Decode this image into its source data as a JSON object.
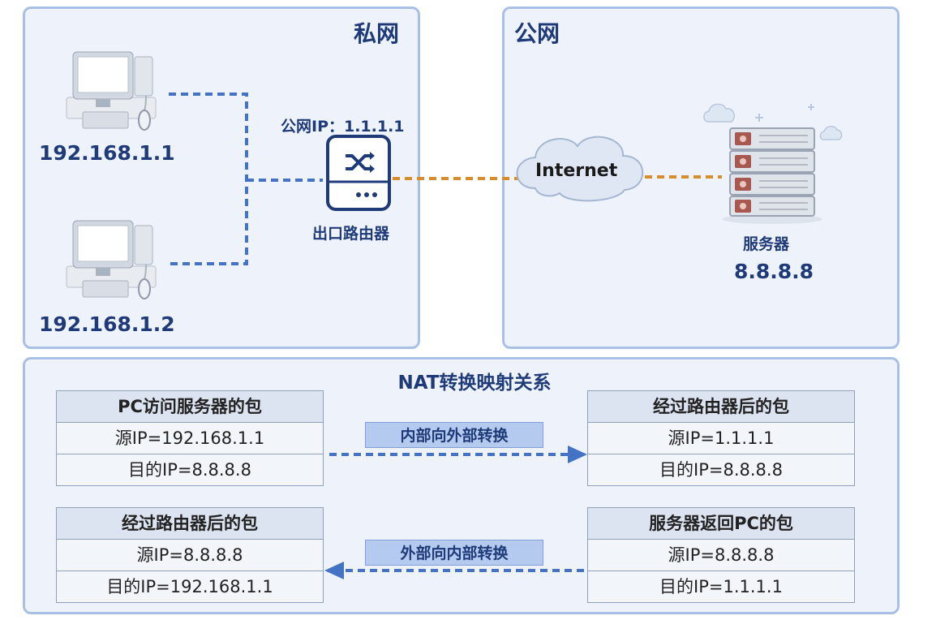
{
  "private_network": {
    "title": "私网",
    "pc1_ip": "192.168.1.1",
    "pc2_ip": "192.168.1.2",
    "router_public_ip": "公网IP：1.1.1.1",
    "router_label": "出口路由器"
  },
  "public_network": {
    "title": "公网",
    "cloud_label": "Internet",
    "server_label": "服务器",
    "server_ip": "8.8.8.8"
  },
  "nat": {
    "title": "NAT转换映射关系",
    "outbound_label": "内部向外部转换",
    "inbound_label": "外部向内部转换",
    "tables": [
      {
        "header": "PC访问服务器的包",
        "rows": [
          "源IP=192.168.1.1",
          "目的IP=8.8.8.8"
        ]
      },
      {
        "header": "经过路由器后的包",
        "rows": [
          "源IP=1.1.1.1",
          "目的IP=8.8.8.8"
        ]
      },
      {
        "header": "经过路由器后的包",
        "rows": [
          "源IP=8.8.8.8",
          "目的IP=192.168.1.1"
        ]
      },
      {
        "header": "服务器返回PC的包",
        "rows": [
          "源IP=8.8.8.8",
          "目的IP=1.1.1.1"
        ]
      }
    ]
  },
  "colors": {
    "navy": "#1f3a78",
    "blue_link": "#4472c4",
    "orange_link": "#d98c2b",
    "panel_bg": "#eef3fb",
    "panel_border": "#a9c0e6"
  }
}
